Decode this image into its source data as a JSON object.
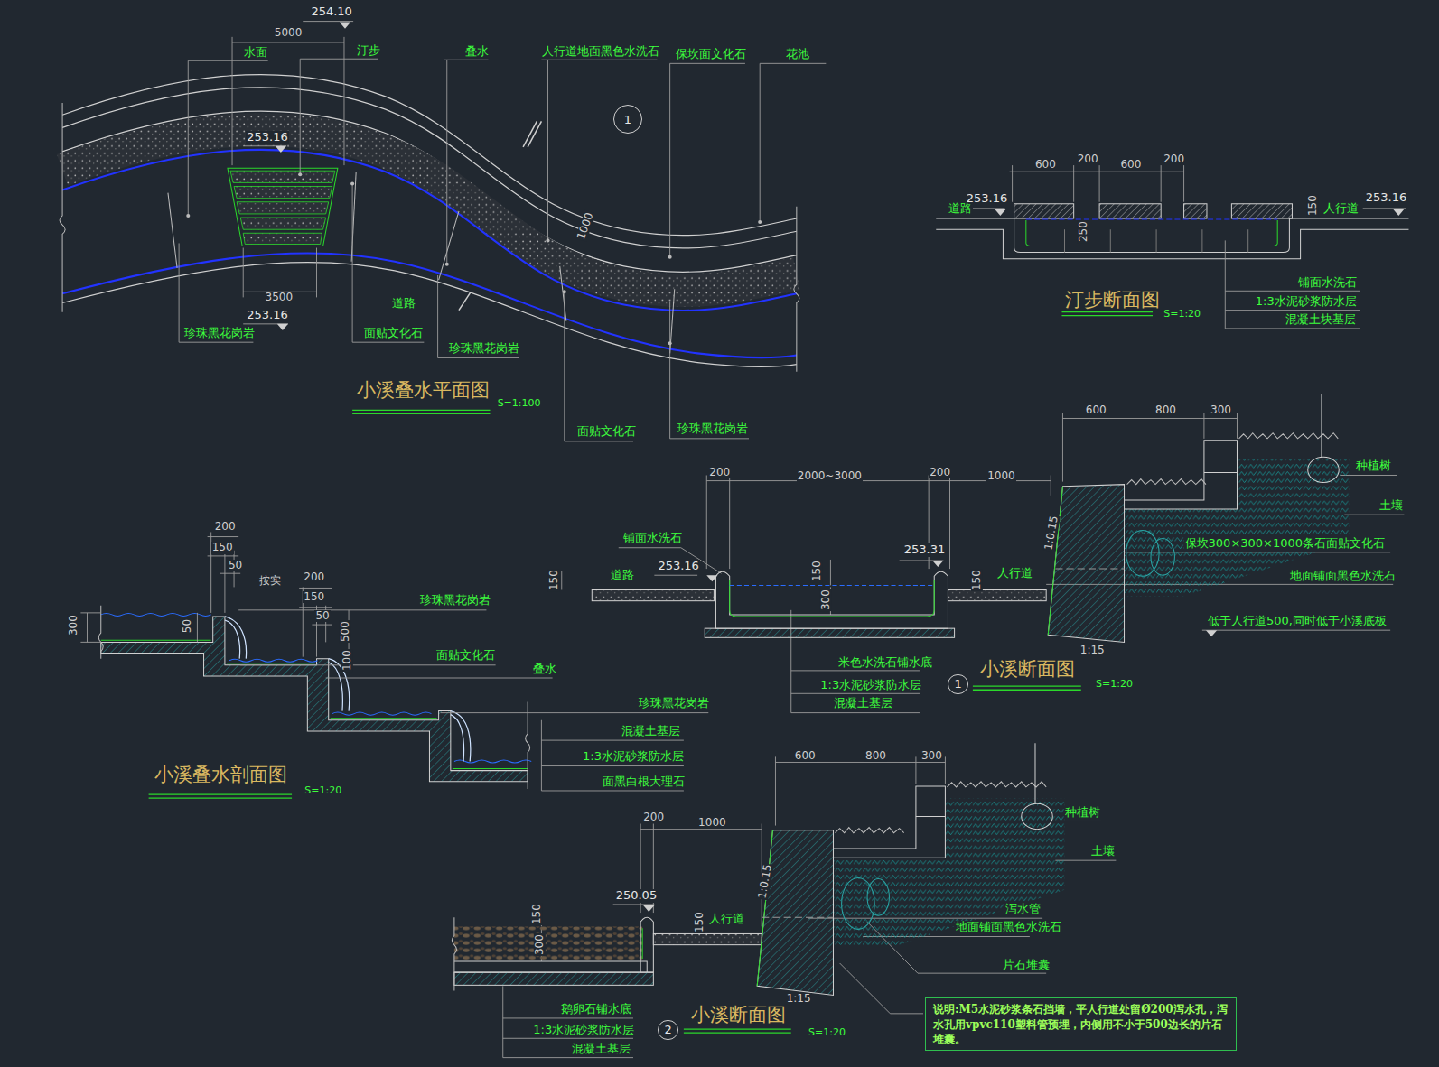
{
  "diagram": {
    "nodes": [
      {
        "text": [
          "1"
        ]
      },
      {
        "text": [
          "1"
        ]
      },
      {
        "text": [
          "2"
        ]
      },
      {
        "text": [
          "说明:M5水泥砂浆条石挡墙，平人行道处留Ø200泻水孔，泻水孔用vpvc110塑料管预埋，内侧用不小于500边长的片石堆囊。"
        ]
      }
    ],
    "labels": [
      "254.10",
      "5000",
      "水面",
      "汀步",
      "叠水",
      "人行道地面黑色水洗石",
      "保坎面文化石",
      "花池",
      "253.16",
      "1000",
      "3500",
      "253.16",
      "道路",
      "珍珠黑花岗岩",
      "面贴文化石",
      "珍珠黑花岗岩",
      "面贴文化石",
      "珍珠黑花岗岩",
      "小溪叠水平面图",
      "S=1:100",
      "600",
      "200",
      "600",
      "200",
      "253.16",
      "253.16",
      "道路",
      "人行道",
      "150",
      "250",
      "铺面水洗石",
      "1:3水泥砂浆防水层",
      "混凝土块基层",
      "汀步断面图",
      "S=1:20",
      "200",
      "150",
      "50",
      "按实",
      "200",
      "150",
      "50",
      "300",
      "50",
      "500",
      "100",
      "珍珠黑花岗岩",
      "面贴文化石",
      "叠水",
      "珍珠黑花岗岩",
      "混凝土基层",
      "1:3水泥砂浆防水层",
      "面黑白根大理石",
      "小溪叠水剖面图",
      "S=1:20",
      "200",
      "2000~3000",
      "200",
      "1000",
      "铺面水洗石",
      "253.16",
      "道路",
      "150",
      "150",
      "300",
      "253.31",
      "150",
      "人行道",
      "米色水洗石铺水底",
      "1:3水泥砂浆防水层",
      "混凝土基层",
      "小溪断面图",
      "S=1:20",
      "600",
      "800",
      "300",
      "1:0.15",
      "1:15",
      "种植树",
      "土壤",
      "保坎300×300×1000条石面贴文化石",
      "地面铺面黑色水洗石",
      "低于人行道500,同时低于小溪底板",
      "600",
      "800",
      "300",
      "种植树",
      "土壤",
      "200",
      "1000",
      "1:0.15",
      "250.05",
      "150",
      "150",
      "人行道",
      "300",
      "泻水管",
      "地面铺面黑色水洗石",
      "片石堆囊",
      "1:15",
      "鹅卵石铺水底",
      "1:3水泥砂浆防水层",
      "混凝土基层",
      "小溪断面图",
      "S=1:20"
    ]
  }
}
